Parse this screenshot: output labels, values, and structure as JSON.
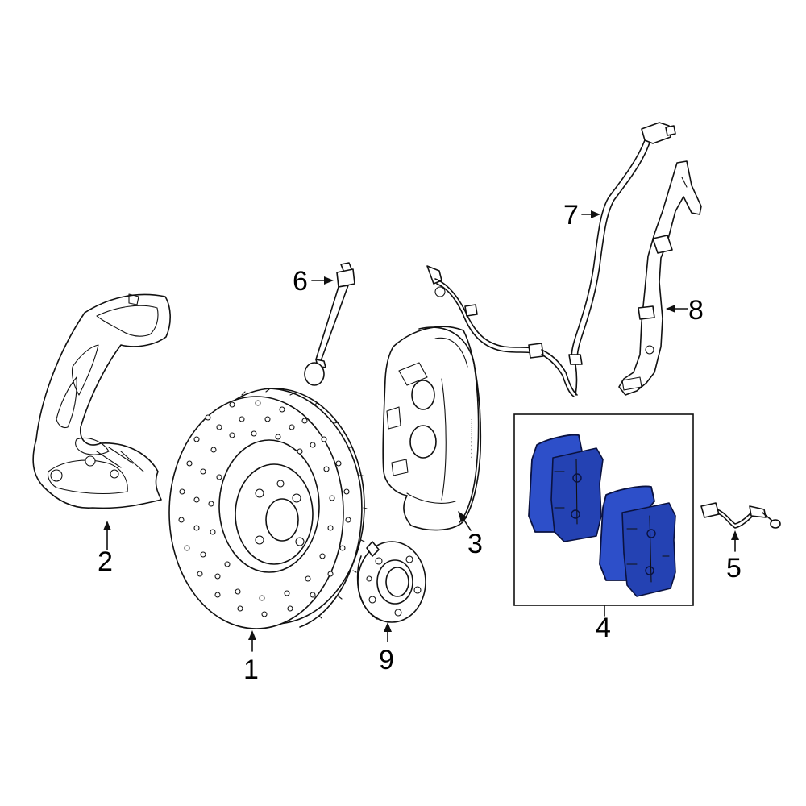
{
  "callouts": {
    "c1": "1",
    "c2": "2",
    "c3": "3",
    "c4": "4",
    "c5": "5",
    "c6": "6",
    "c7": "7",
    "c8": "8",
    "c9": "9"
  },
  "colors": {
    "highlight": "#2d4fc9",
    "line": "#111111",
    "background": "#ffffff"
  }
}
